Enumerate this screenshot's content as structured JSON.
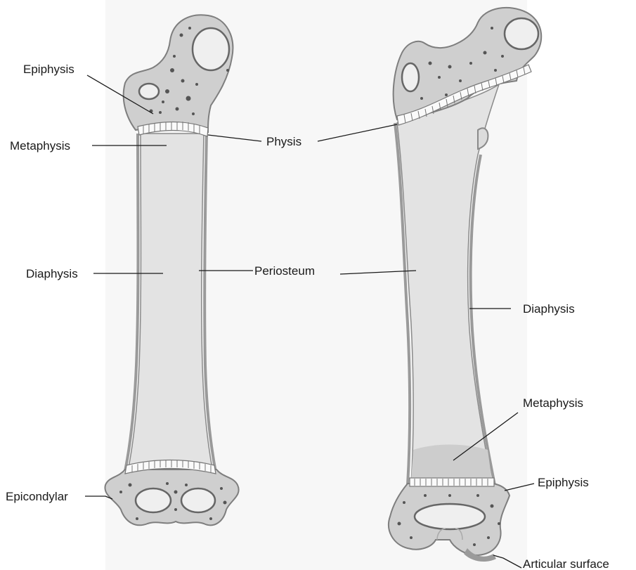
{
  "labels": {
    "epiphysis_left": "Epiphysis",
    "metaphysis_left": "Metaphysis",
    "physis": "Physis",
    "diaphysis_left": "Diaphysis",
    "periosteum": "Periosteum",
    "diaphysis_right": "Diaphysis",
    "metaphysis_right": "Metaphysis",
    "epicondylar": "Epicondylar",
    "epiphysis_right": "Epiphysis",
    "articular_surface": "Articular surface"
  },
  "colors": {
    "background": "#ffffff",
    "bone": "#d6d6d6",
    "shaft": "#e3e3e3",
    "outline": "#8a8a8a",
    "text": "#1a1a1a"
  }
}
